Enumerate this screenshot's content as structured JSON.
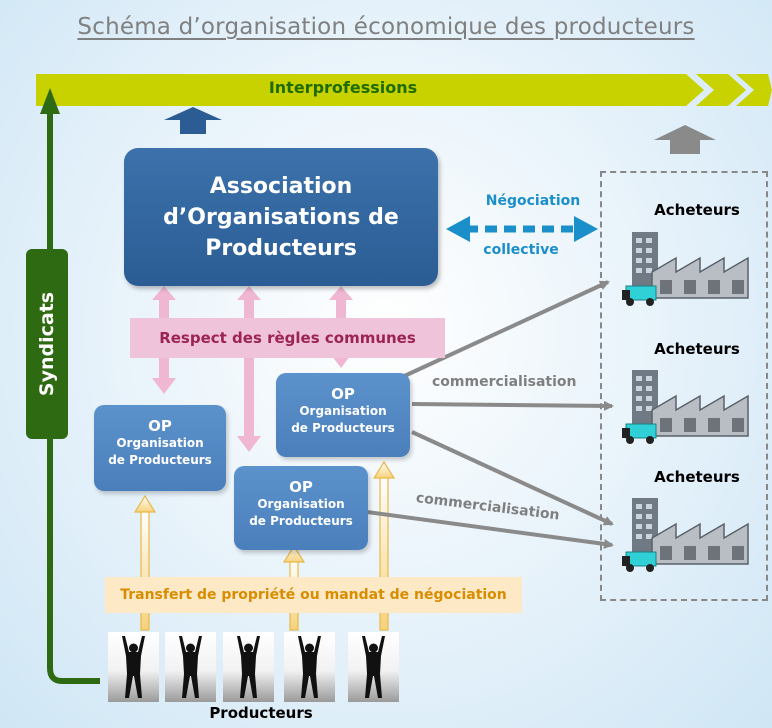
{
  "title": "Schéma d’organisation économique des producteurs",
  "banner": {
    "label": "Interprofessions"
  },
  "syndicats": {
    "label": "Syndicats"
  },
  "association": {
    "line1": "Association",
    "line2": "d’Organisations de",
    "line3": "Producteurs"
  },
  "negotiation": {
    "line1": "Négociation",
    "line2": "collective"
  },
  "rules": {
    "label": "Respect des règles communes"
  },
  "ops": [
    {
      "title": "OP",
      "line1": "Organisation",
      "line2": "de Producteurs"
    },
    {
      "title": "OP",
      "line1": "Organisation",
      "line2": "de Producteurs"
    },
    {
      "title": "OP",
      "line1": "Organisation",
      "line2": "de Producteurs"
    }
  ],
  "commercialisation": [
    "commercialisation",
    "commercialisation"
  ],
  "buyers": [
    {
      "label": "Acheteurs"
    },
    {
      "label": "Acheteurs"
    },
    {
      "label": "Acheteurs"
    }
  ],
  "transfer": {
    "label": "Transfert de propriété ou mandat de négociation"
  },
  "producers": {
    "label": "Producteurs"
  },
  "colors": {
    "banner": "#c7d200",
    "syndicats": "#2e6a12",
    "association": "#2b5d94",
    "op": "#4f84c0",
    "rules_bg": "#efc3d9",
    "rules_text": "#9b2355",
    "transfer_bg": "#fde9c5",
    "transfer_text": "#d98c00",
    "negotiation": "#1b8fc9",
    "commercialisation": "#7f7f7f"
  }
}
